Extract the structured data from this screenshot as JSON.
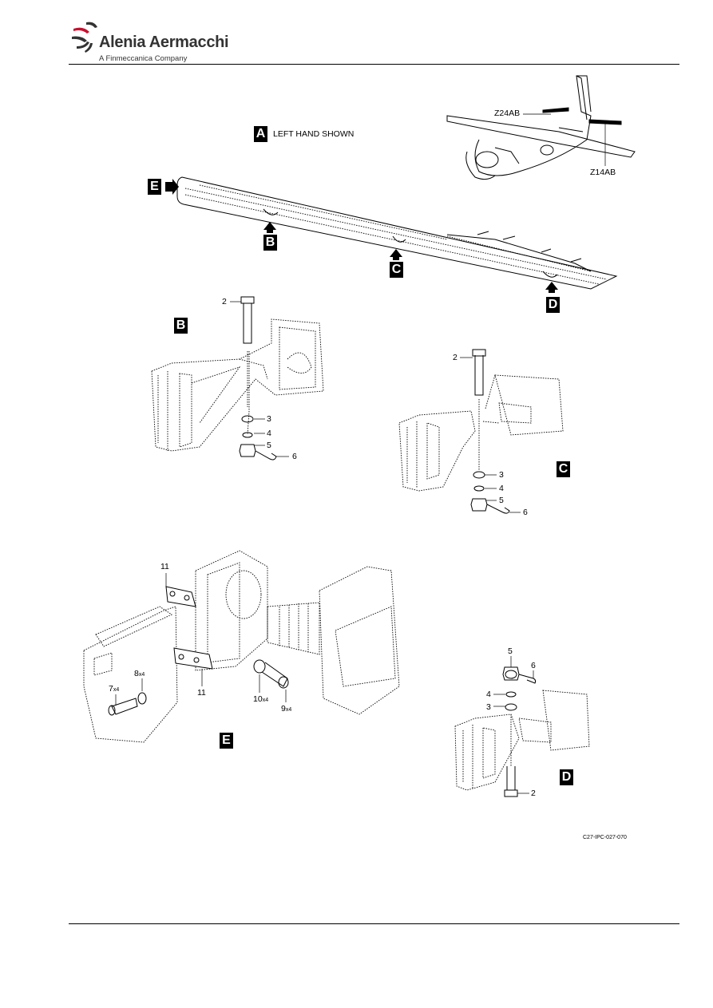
{
  "header": {
    "company_name": "Alenia Aermacchi",
    "company_sub": "A Finmeccanica Company",
    "logo_icon": "alenia-swoosh-icon"
  },
  "figure": {
    "view_a_letter": "A",
    "view_a_caption": "LEFT HAND SHOWN",
    "zone_left": "Z24AB",
    "zone_right": "Z14AB",
    "view_b_letter": "B",
    "view_c_letter": "C",
    "view_d_letter": "D",
    "view_e_letter": "E",
    "callouts_b": [
      "2",
      "3",
      "4",
      "5",
      "6"
    ],
    "callouts_c": [
      "2",
      "3",
      "4",
      "5",
      "6"
    ],
    "callouts_d": [
      "5",
      "6",
      "4",
      "3",
      "2"
    ],
    "callouts_e": {
      "c11_top": "11",
      "c11_bottom": "11",
      "c8": "8",
      "c8_qty": "x4",
      "c7": "7",
      "c7_qty": "x4",
      "c10": "10",
      "c10_qty": "x4",
      "c9": "9",
      "c9_qty": "x4"
    },
    "figure_id": "C27-IPC-027-070"
  }
}
